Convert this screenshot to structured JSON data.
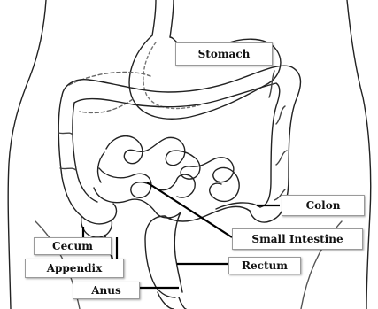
{
  "labels": {
    "stomach": "Stomach",
    "colon": "Colon",
    "cecum": "Cecum",
    "small_intestine": "Small Intestine",
    "appendix": "Appendix",
    "rectum": "Rectum",
    "anus": "Anus"
  }
}
